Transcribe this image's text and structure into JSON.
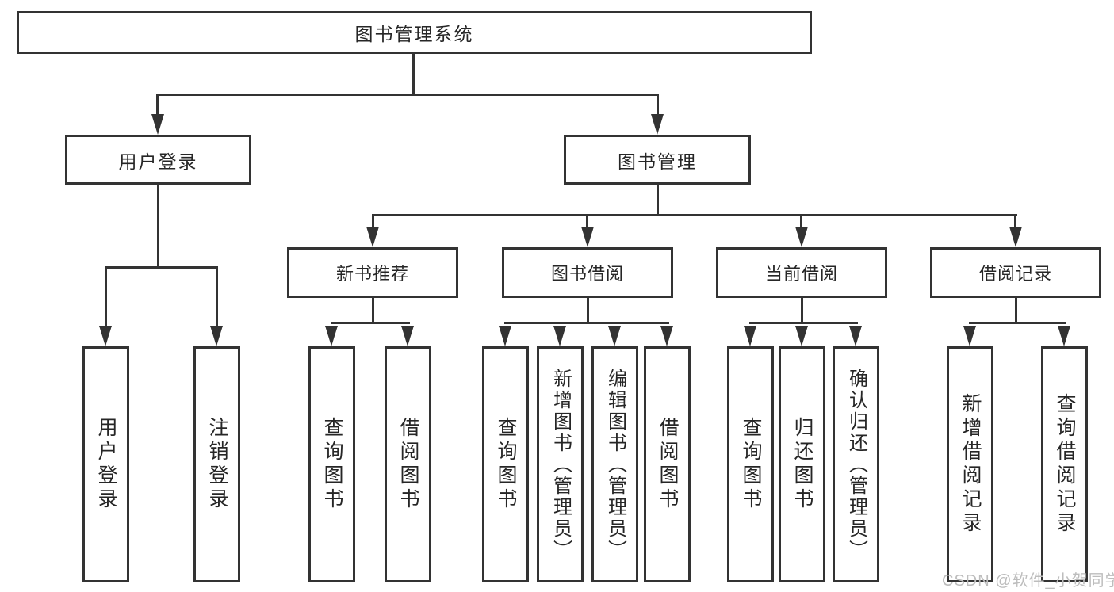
{
  "diagram": {
    "type": "hierarchy-tree",
    "root": {
      "label": "图书管理系统",
      "children": [
        {
          "label": "用户登录",
          "children": [
            {
              "label": "用户登录"
            },
            {
              "label": "注销登录"
            }
          ]
        },
        {
          "label": "图书管理",
          "children": [
            {
              "label": "新书推荐",
              "children": [
                {
                  "label": "查询图书"
                },
                {
                  "label": "借阅图书"
                }
              ]
            },
            {
              "label": "图书借阅",
              "children": [
                {
                  "label": "查询图书"
                },
                {
                  "label": "新增图书（管理员）"
                },
                {
                  "label": "编辑图书（管理员）"
                },
                {
                  "label": "借阅图书"
                }
              ]
            },
            {
              "label": "当前借阅",
              "children": [
                {
                  "label": "查询图书"
                },
                {
                  "label": "归还图书"
                },
                {
                  "label": "确认归还（管理员）"
                }
              ]
            },
            {
              "label": "借阅记录",
              "children": [
                {
                  "label": "新增借阅记录"
                },
                {
                  "label": "查询借阅记录"
                }
              ]
            }
          ]
        }
      ]
    },
    "watermark": "CSDN @软件_小贺同学",
    "colors": {
      "line": "#333333",
      "text": "#262626",
      "background": "#ffffff",
      "watermark": "#bdbdbd"
    }
  }
}
